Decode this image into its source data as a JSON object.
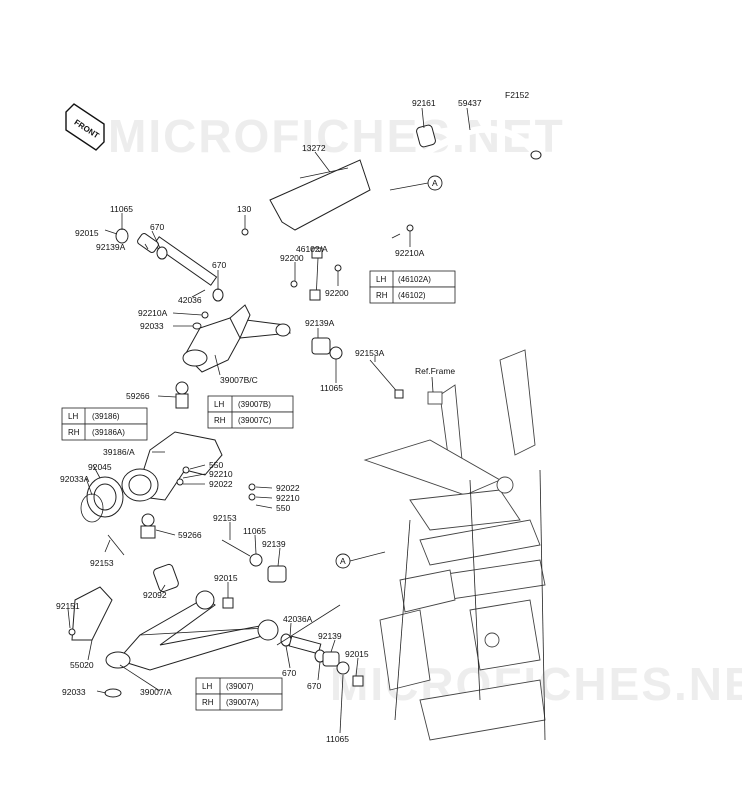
{
  "figure_code": "F2152",
  "front_label": "FRONT",
  "watermark": [
    "MICROFICHES.NET",
    "MICROFICHES.NET"
  ],
  "callout_letter": "A",
  "ref_frame": "Ref.Frame",
  "labels": [
    {
      "id": "92161",
      "text": "92161"
    },
    {
      "id": "59437",
      "text": "59437"
    },
    {
      "id": "13272",
      "text": "13272"
    },
    {
      "id": "11065a",
      "text": "11065"
    },
    {
      "id": "670a",
      "text": "670"
    },
    {
      "id": "92015a",
      "text": "92015"
    },
    {
      "id": "92139Aa",
      "text": "92139A"
    },
    {
      "id": "130",
      "text": "130"
    },
    {
      "id": "92210Aa",
      "text": "92210A"
    },
    {
      "id": "46102A",
      "text": "46102/A"
    },
    {
      "id": "92200a",
      "text": "92200"
    },
    {
      "id": "92200b",
      "text": "92200"
    },
    {
      "id": "670b",
      "text": "670"
    },
    {
      "id": "42036",
      "text": "42036"
    },
    {
      "id": "92210Ab",
      "text": "92210A"
    },
    {
      "id": "92033a",
      "text": "92033"
    },
    {
      "id": "92139Ab",
      "text": "92139A"
    },
    {
      "id": "92153A",
      "text": "92153A"
    },
    {
      "id": "39007BC",
      "text": "39007B/C"
    },
    {
      "id": "11065b",
      "text": "11065"
    },
    {
      "id": "59266a",
      "text": "59266"
    },
    {
      "id": "39186A",
      "text": "39186/A"
    },
    {
      "id": "92045",
      "text": "92045"
    },
    {
      "id": "92033A",
      "text": "92033A"
    },
    {
      "id": "550a",
      "text": "550"
    },
    {
      "id": "92210a",
      "text": "92210"
    },
    {
      "id": "92022a",
      "text": "92022"
    },
    {
      "id": "92022b",
      "text": "92022"
    },
    {
      "id": "92210b",
      "text": "92210"
    },
    {
      "id": "550b",
      "text": "550"
    },
    {
      "id": "92153a",
      "text": "92153"
    },
    {
      "id": "11065c",
      "text": "11065"
    },
    {
      "id": "59266b",
      "text": "59266"
    },
    {
      "id": "92139a",
      "text": "92139"
    },
    {
      "id": "92153b",
      "text": "92153"
    },
    {
      "id": "92092",
      "text": "92092"
    },
    {
      "id": "92015b",
      "text": "92015"
    },
    {
      "id": "92151",
      "text": "92151"
    },
    {
      "id": "42036A",
      "text": "42036A"
    },
    {
      "id": "92139b",
      "text": "92139"
    },
    {
      "id": "55020",
      "text": "55020"
    },
    {
      "id": "670c",
      "text": "670"
    },
    {
      "id": "92015c",
      "text": "92015"
    },
    {
      "id": "670d",
      "text": "670"
    },
    {
      "id": "92033b",
      "text": "92033"
    },
    {
      "id": "39007A",
      "text": "39007/A"
    },
    {
      "id": "11065d",
      "text": "11065"
    }
  ],
  "side_tables": [
    {
      "id": "stab-46102",
      "rows": [
        [
          "LH",
          "(46102A)"
        ],
        [
          "RH",
          "(46102)"
        ]
      ]
    },
    {
      "id": "stab-39186",
      "rows": [
        [
          "LH",
          "(39186)"
        ],
        [
          "RH",
          "(39186A)"
        ]
      ]
    },
    {
      "id": "stab-39007bc",
      "rows": [
        [
          "LH",
          "(39007B)"
        ],
        [
          "RH",
          "(39007C)"
        ]
      ]
    },
    {
      "id": "stab-39007",
      "rows": [
        [
          "LH",
          "(39007)"
        ],
        [
          "RH",
          "(39007A)"
        ]
      ]
    }
  ]
}
